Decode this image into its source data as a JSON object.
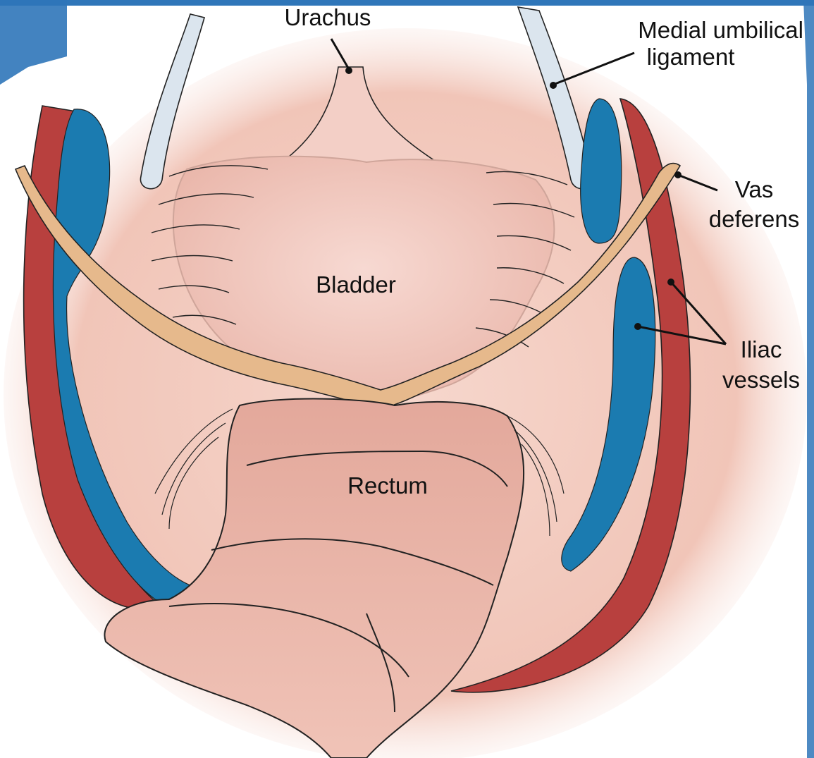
{
  "labels": {
    "urachus": "Urachus",
    "medial_umbilical_ligament_line1": "Medial umbilical",
    "medial_umbilical_ligament_line2": "ligament",
    "vas_deferens_line1": "Vas",
    "vas_deferens_line2": "deferens",
    "bladder": "Bladder",
    "iliac_vessels_line1": "Iliac",
    "iliac_vessels_line2": "vessels",
    "rectum": "Rectum"
  },
  "colors": {
    "artery": "#b8403e",
    "vein": "#1b7bb0",
    "vas_deferens": "#e6b98c",
    "tissue": "#f1c6b8",
    "bladder": "#f5d3cb",
    "rectum": "#e9b4a8",
    "ligament": "#dbe5ee",
    "frame_blue": "#2f76b9"
  }
}
